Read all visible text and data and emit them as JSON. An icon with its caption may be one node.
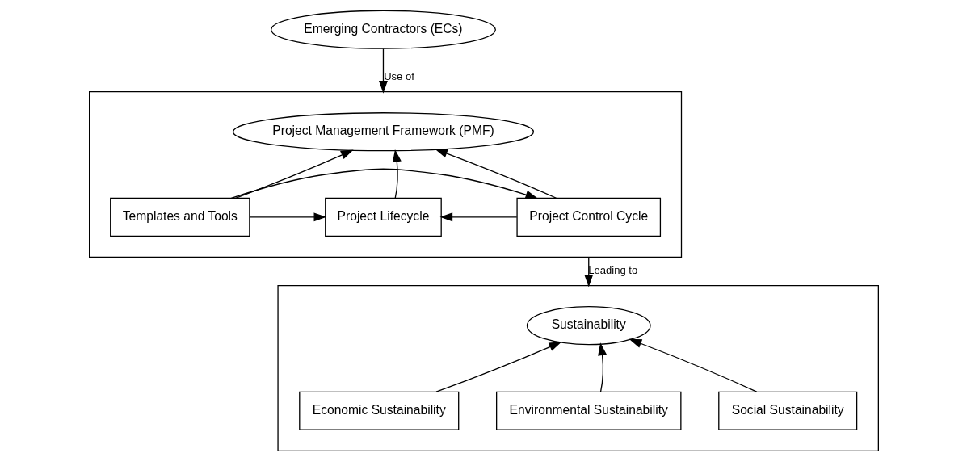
{
  "diagram": {
    "nodes": [
      {
        "text": [
          "Emerging Contractors (ECs)"
        ]
      },
      {
        "text": [],
        "shape": "box"
      },
      {
        "text": [
          "Project Management Framework (PMF)"
        ],
        "in": 1
      },
      {
        "text": [
          "Templates and Tools"
        ],
        "in": 1
      },
      {
        "text": [
          "Project Lifecycle"
        ],
        "in": 1
      },
      {
        "text": [
          "Project Control Cycle"
        ],
        "in": 1
      },
      {
        "text": [],
        "shape": "box"
      },
      {
        "text": [
          "Sustainability"
        ],
        "in": 6
      },
      {
        "text": [
          "Economic Sustainability"
        ],
        "in": 6
      },
      {
        "text": [
          "Environmental Sustainability"
        ],
        "in": 6
      },
      {
        "text": [
          "Social Sustainability"
        ],
        "in": 6
      }
    ],
    "edges": [
      {
        "from": 0,
        "to": 1,
        "arrow": "to",
        "label": "Use of"
      },
      {
        "from": 3,
        "to": 2,
        "arrow": "to"
      },
      {
        "from": 4,
        "to": 2,
        "arrow": "to"
      },
      {
        "from": 5,
        "to": 2,
        "arrow": "to"
      },
      {
        "from": 3,
        "to": 4,
        "arrow": "to"
      },
      {
        "from": 5,
        "to": 4,
        "arrow": "to"
      },
      {
        "from": 3,
        "to": 5,
        "arrow": "to"
      },
      {
        "from": 1,
        "to": 6,
        "arrow": "to",
        "label": "Leading to"
      },
      {
        "from": 8,
        "to": 7,
        "arrow": "to"
      },
      {
        "from": 9,
        "to": 7,
        "arrow": "to"
      },
      {
        "from": 10,
        "to": 7,
        "arrow": "to"
      }
    ]
  }
}
